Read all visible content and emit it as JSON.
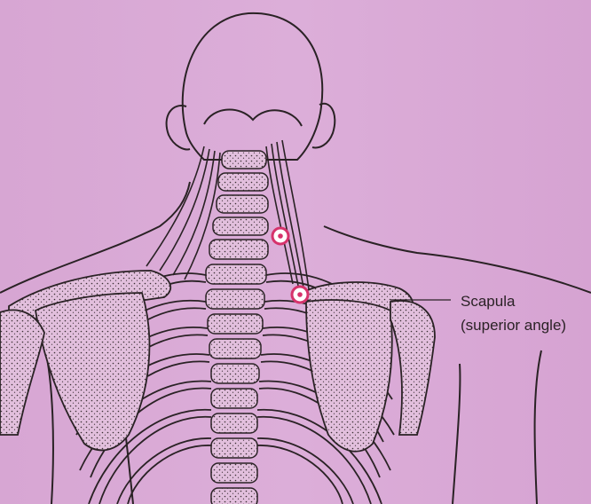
{
  "colors": {
    "background": "#d9a8d5",
    "line": "#2a2225",
    "bone_fill": "#e3c0de",
    "marker_ring": "#d6336c",
    "marker_center": "#ffffff"
  },
  "annotation": {
    "line1": "Scapula",
    "line2": "(superior angle)"
  },
  "markers": [
    {
      "name": "levator-scapulae-trigger-point-upper"
    },
    {
      "name": "levator-scapulae-trigger-point-lower"
    }
  ]
}
